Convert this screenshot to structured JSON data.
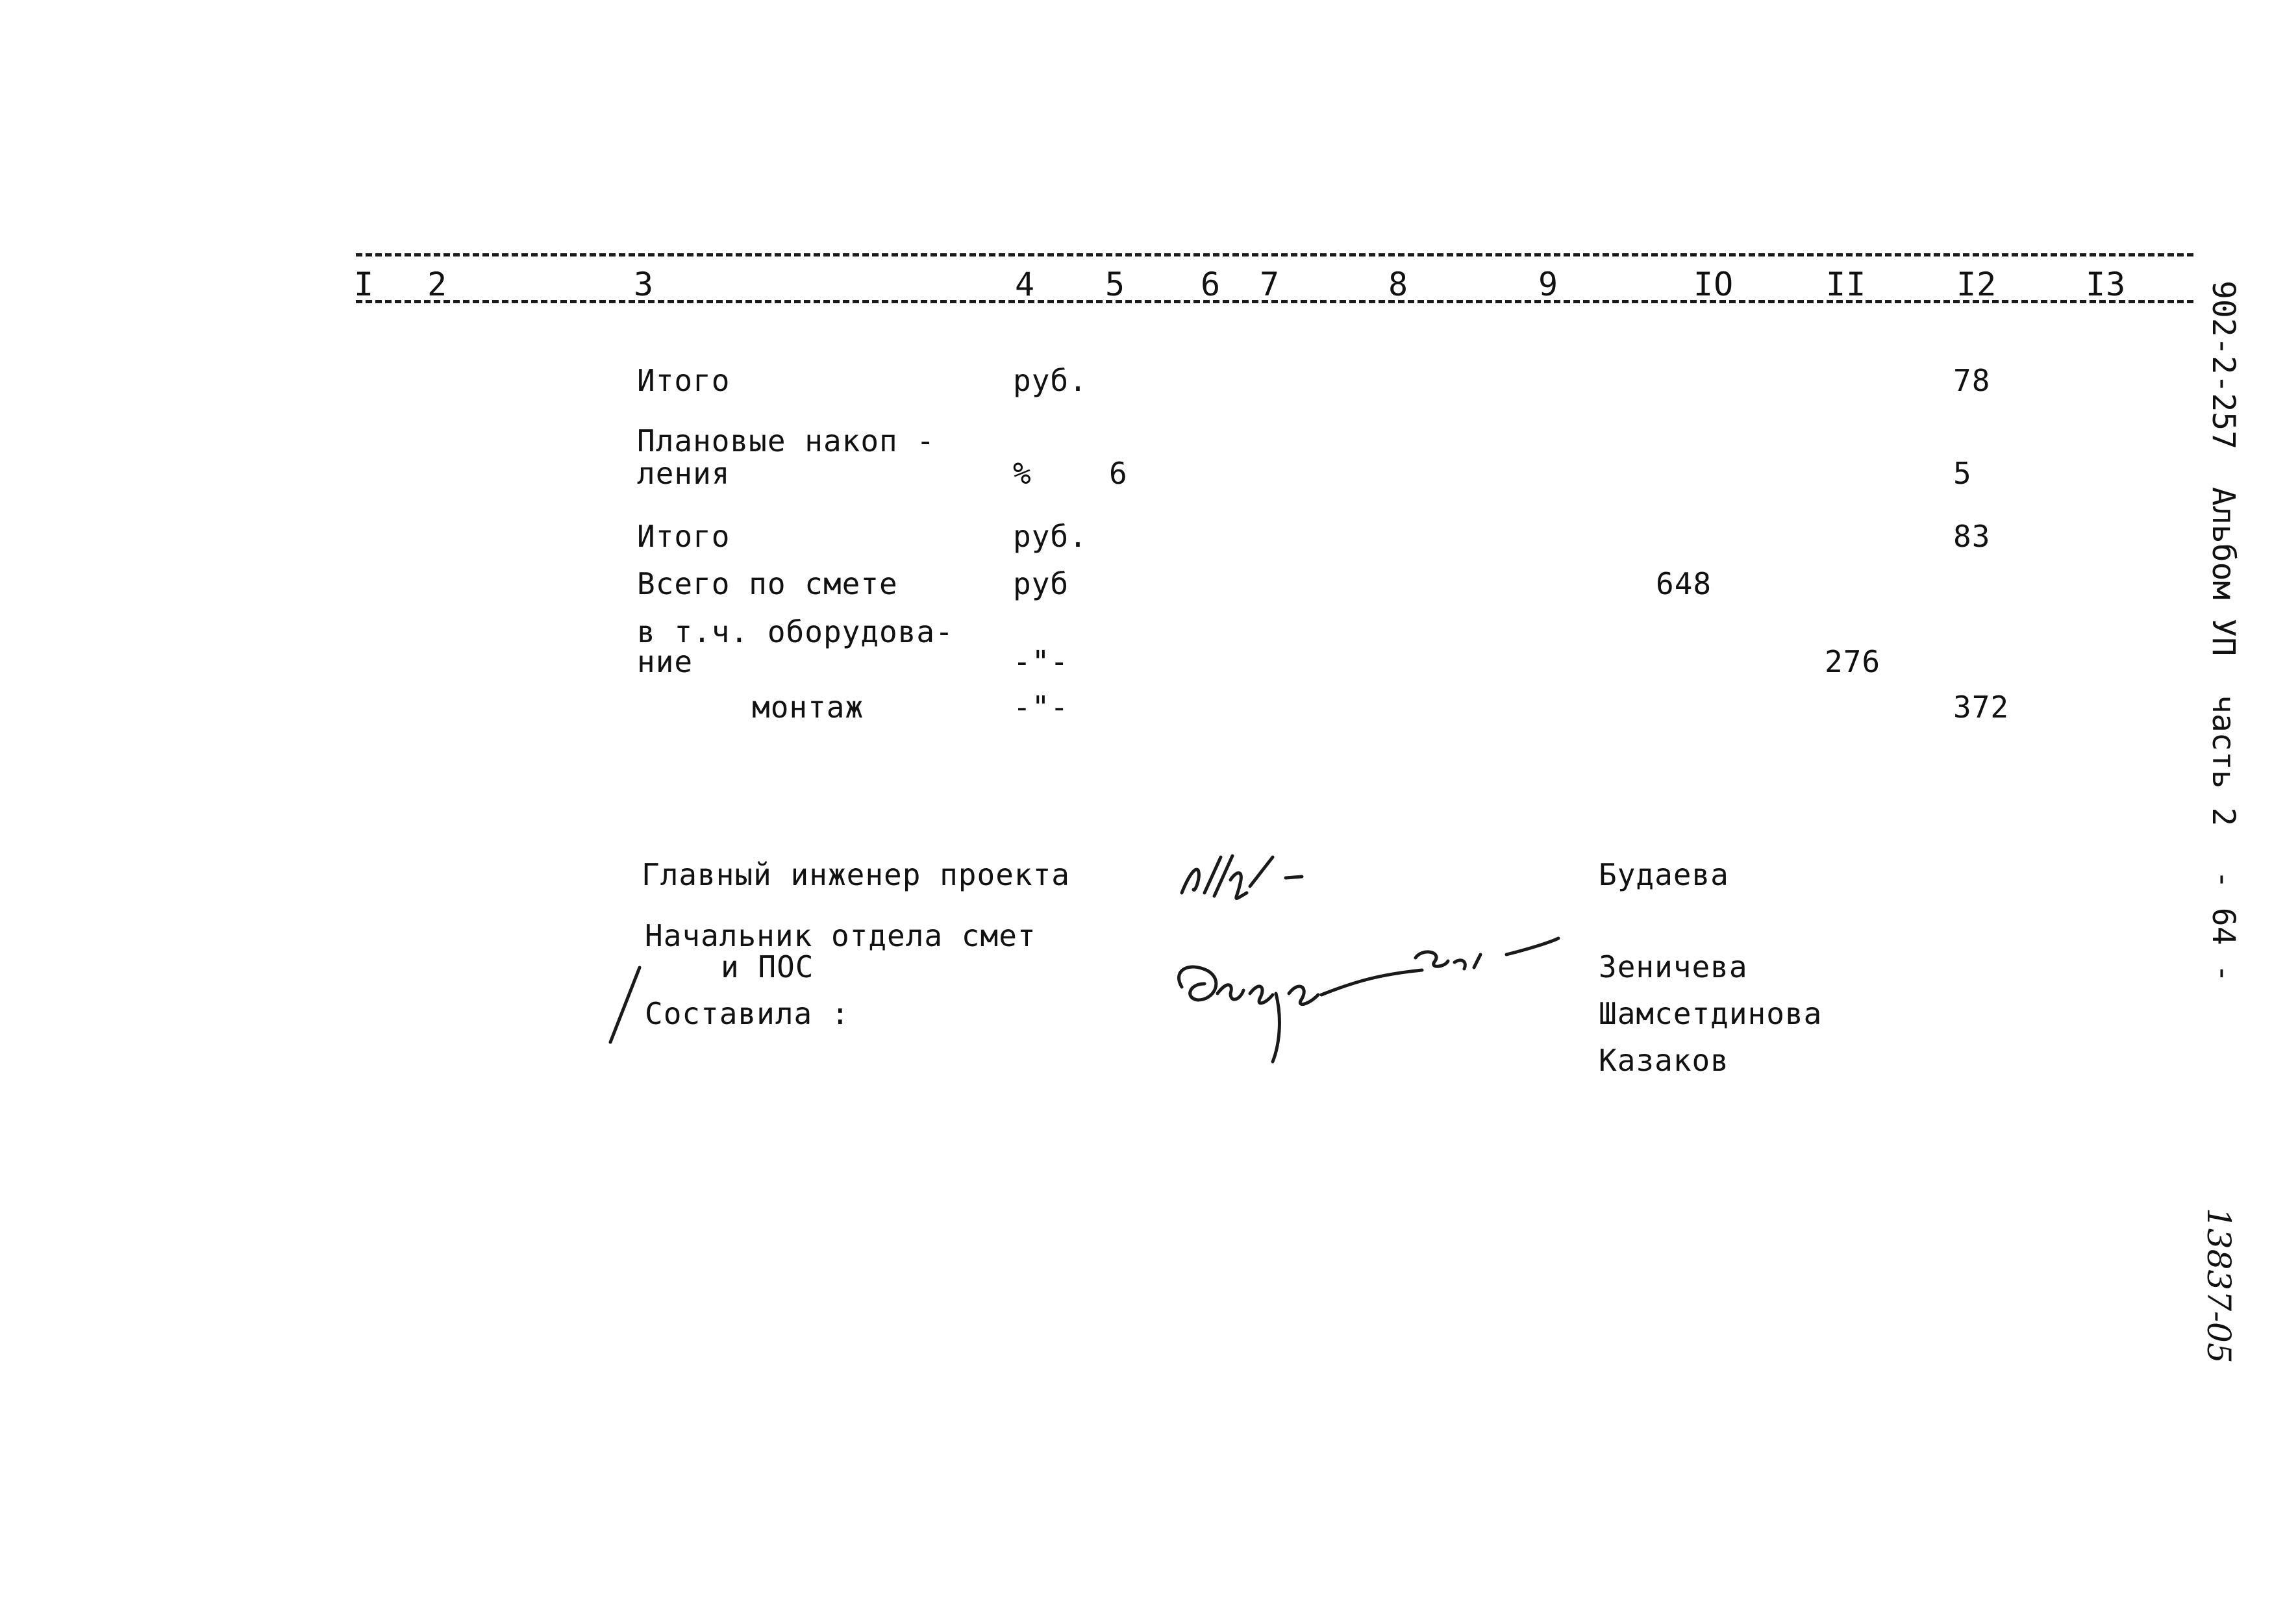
{
  "header": {
    "columns": [
      "I",
      "2",
      "3",
      "4",
      "5",
      "6",
      "7",
      "8",
      "9",
      "IO",
      "II",
      "I2",
      "I3"
    ]
  },
  "rows": [
    {
      "name": "Итого",
      "unit": "руб.",
      "col12": "78"
    },
    {
      "name_line1": "Плановые накоп -",
      "name_line2": "ления",
      "unit": "%",
      "col5": "6",
      "col12": "5"
    },
    {
      "name": "Итого",
      "unit": "руб.",
      "col12": "83"
    },
    {
      "name": "Всего по смете",
      "unit": "руб",
      "col10": "648"
    },
    {
      "name_line1": "в т.ч. оборудова-",
      "name_line2": "ние",
      "unit": "-\"-",
      "col11": "276"
    },
    {
      "name": "монтаж",
      "unit": "-\"-",
      "col12": "372"
    }
  ],
  "signatures": {
    "chief_engineer": {
      "title": "Главный инженер проекта",
      "person": "Будаева"
    },
    "dept_head": {
      "title_line1": "Начальник отдела смет",
      "title_line2": "и ПОС",
      "person": "Зеничева"
    },
    "compiled_by": {
      "title": "Составила :",
      "persons": [
        "Шамсетдинова",
        "Казаков"
      ]
    }
  },
  "side_text": {
    "stamp": "902-2-257",
    "album": "Альбом УП",
    "part": "часть 2",
    "page": "- 64 -",
    "archive_number": "13837-05"
  },
  "handwriting": {
    "sig1": "Муц -",
    "sig2": "Зеи -",
    "sig3": "Фадо"
  }
}
